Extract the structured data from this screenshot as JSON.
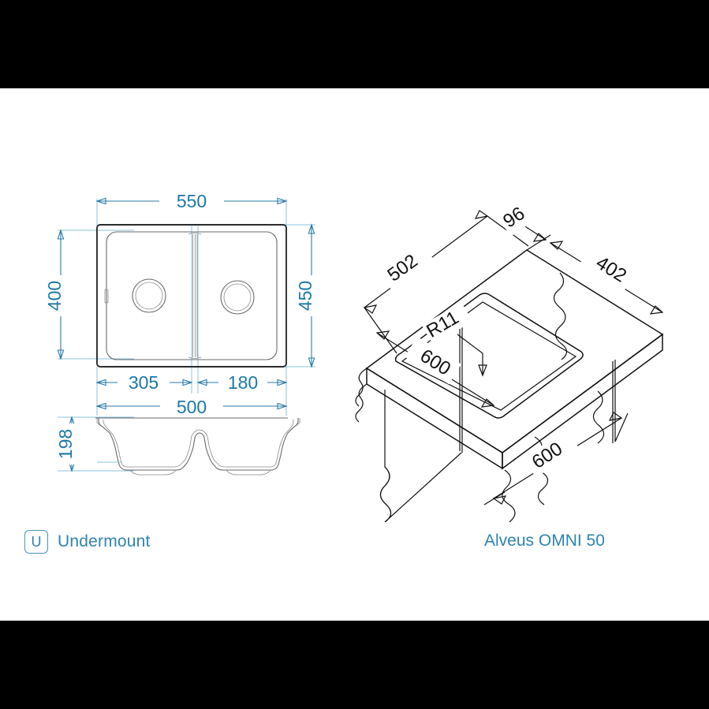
{
  "drawing": {
    "title": "Alveus OMNI 50",
    "mount_label": "Undermount",
    "mount_icon_letter": "U",
    "accent_color": "#2f83b0",
    "dimension_color": "#1c78a6",
    "outline_color": "#2b2b2b",
    "background": "#ffffff",
    "letterbox_color": "#000000"
  },
  "views": {
    "plan": {
      "name": "top-plan-view",
      "dimensions": {
        "overall_width": "550",
        "overall_depth": "450",
        "bowl_depth": "400",
        "bowl_total_width": "500",
        "left_bowl_width": "305",
        "right_bowl_width": "180"
      }
    },
    "section": {
      "name": "front-section-view",
      "dimensions": {
        "height": "198"
      }
    },
    "isometric": {
      "name": "isometric-cutout-view",
      "dimensions": {
        "cutout_length": "502",
        "cutout_width": "402",
        "edge_offset": "96",
        "counter_depth_left": "600",
        "counter_depth_right": "600",
        "corner_radius": "R11"
      }
    }
  }
}
